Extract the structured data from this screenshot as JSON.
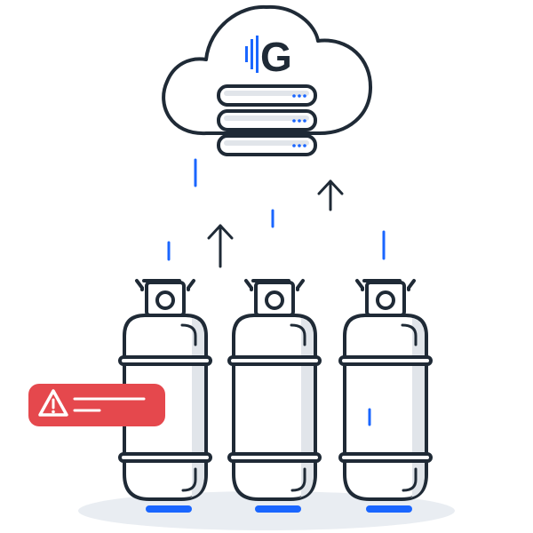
{
  "scene": {
    "logo_letter": "G",
    "colors": {
      "outline": "#1f2a36",
      "accent": "#1a66ff",
      "alert": "#e5484d",
      "shadow": "#e9edf2",
      "shade": "#e1e5ea"
    },
    "cloud": {
      "icon": "cloud-server-icon",
      "server_units": 3
    },
    "cylinders": {
      "icon": "gas-cylinder-icon",
      "count": 3
    },
    "alert_badge": {
      "icon": "warning-triangle-icon"
    }
  }
}
